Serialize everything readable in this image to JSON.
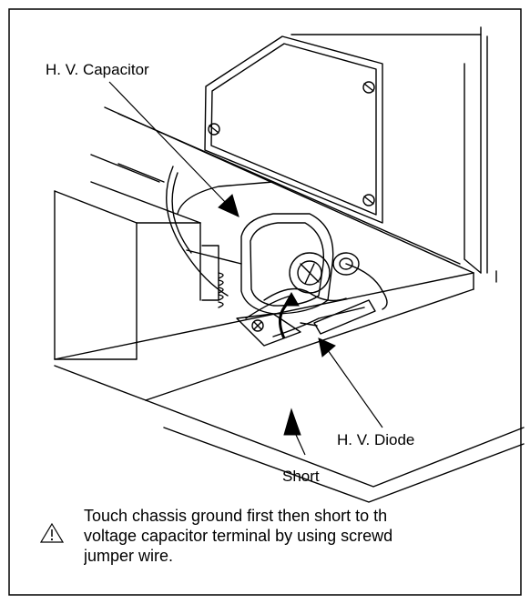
{
  "labels": {
    "hv_capacitor": "H. V. Capacitor",
    "hv_diode": "H. V. Diode",
    "short": "Short"
  },
  "caution": {
    "icon": "warning-triangle-icon",
    "lines": [
      "Touch chassis ground first then short to th",
      "voltage capacitor terminal by using screwd",
      "jumper wire."
    ]
  }
}
